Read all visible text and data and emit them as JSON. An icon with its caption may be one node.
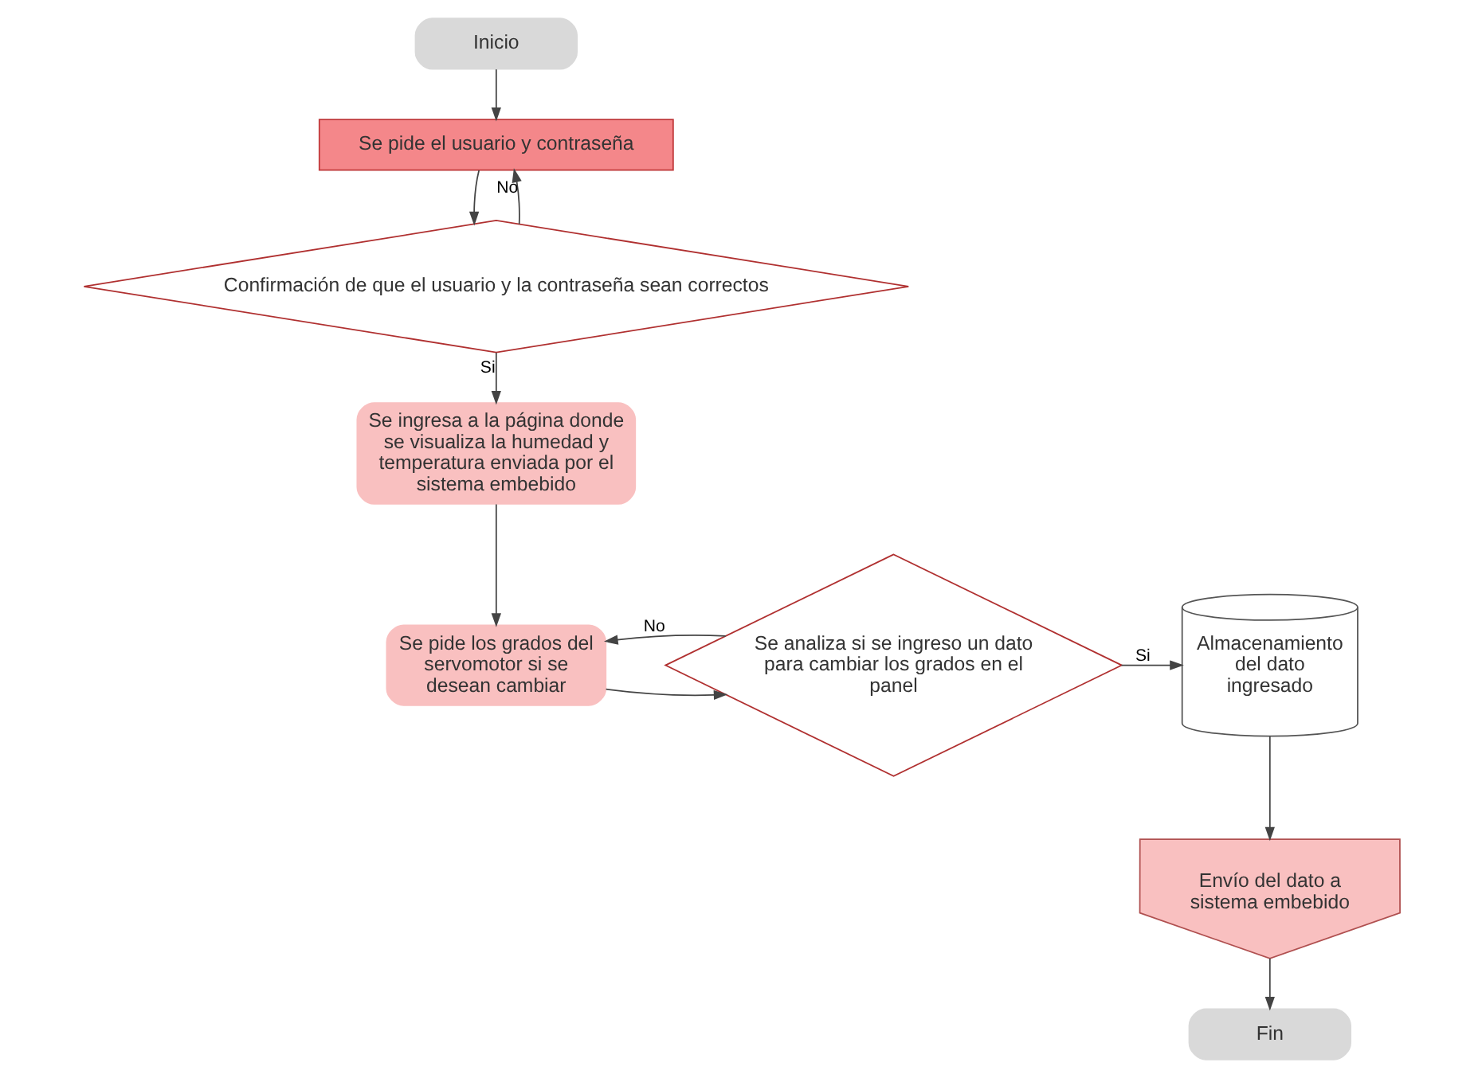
{
  "diagram": {
    "nodes": [
      {
        "text": [
          "Inicio"
        ]
      },
      {
        "text": [
          "Se pide el usuario y contraseña"
        ]
      },
      {
        "text": [
          "Confirmación de que el usuario y la contraseña sean correctos"
        ]
      },
      {
        "text": [
          "Se ingresa a la página donde se visualiza la humedad y temperatura enviada por el sistema embebido"
        ]
      },
      {
        "text": [
          "Se pide los grados del servomotor si se desean cambiar"
        ]
      },
      {
        "text": [
          "Se analiza si se ingreso un dato para cambiar los grados en el panel"
        ]
      },
      {
        "text": [
          "Almacenamiento del dato ingresado"
        ]
      },
      {
        "text": [
          "Envío del dato a sistema embebido"
        ]
      },
      {
        "text": [
          "Fin"
        ]
      }
    ],
    "edges": [
      {
        "from": 0,
        "to": 1,
        "arrow": "to"
      },
      {
        "from": 1,
        "to": 2,
        "arrow": "to"
      },
      {
        "from": 2,
        "to": 1,
        "arrow": "to",
        "label": "No"
      },
      {
        "from": 2,
        "to": 3,
        "arrow": "to",
        "label": "Si"
      },
      {
        "from": 3,
        "to": 4,
        "arrow": "to"
      },
      {
        "from": 4,
        "to": 5,
        "arrow": "to"
      },
      {
        "from": 5,
        "to": 6,
        "arrow": "to",
        "label": "Si"
      },
      {
        "from": 5,
        "to": 4,
        "arrow": "to",
        "label": "No"
      },
      {
        "from": 6,
        "to": 7,
        "arrow": "to"
      },
      {
        "from": 7,
        "to": 8,
        "arrow": "to"
      }
    ]
  }
}
